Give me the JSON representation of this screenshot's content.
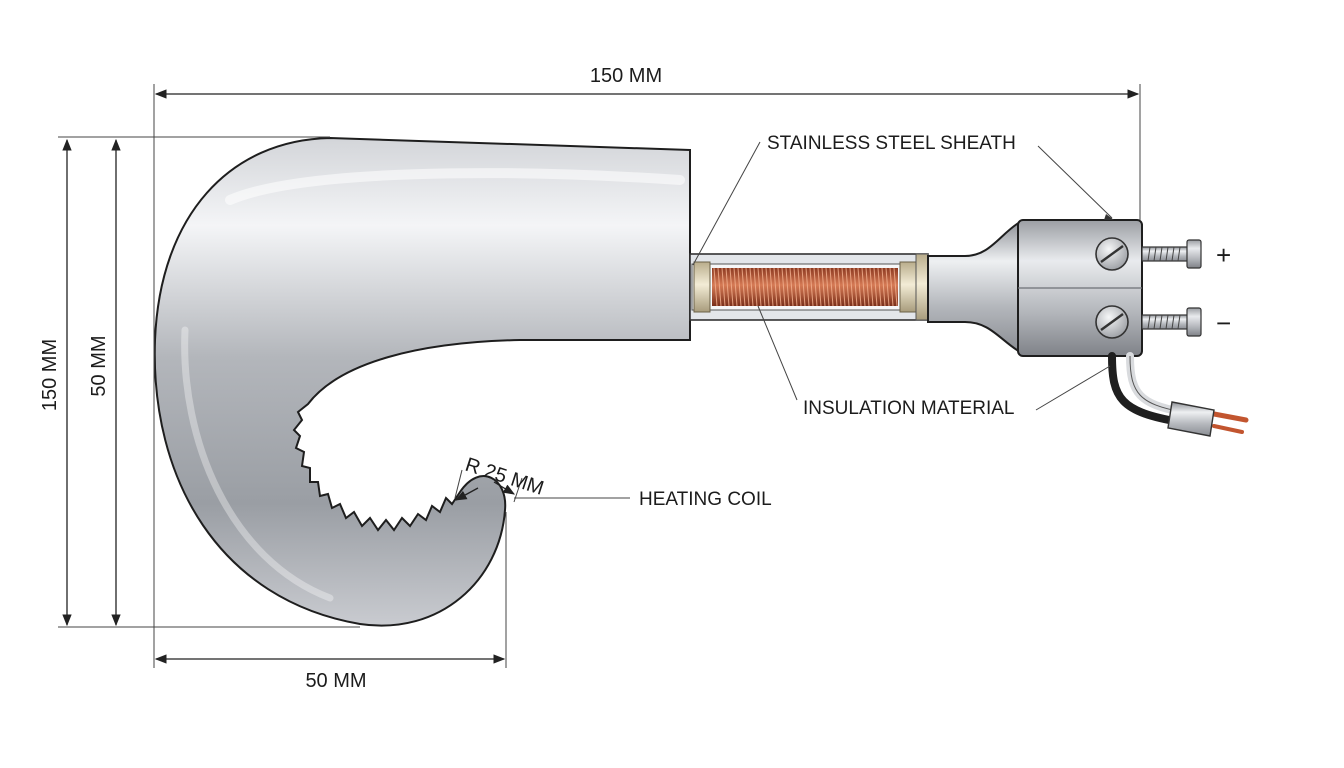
{
  "dimensions": {
    "top_width": "150 MM",
    "outer_height": "150 MM",
    "inner_height": "50 MM",
    "bottom_width": "50 MM",
    "radius": "R 25 MM"
  },
  "callouts": {
    "sheath": "STAINLESS STEEL SHEATH",
    "insulation": "INSULATION MATERIAL",
    "heating_coil": "HEATING COIL"
  },
  "terminals": {
    "positive": "+",
    "negative": "−"
  },
  "colors": {
    "steel_light": "#f1f2f4",
    "steel_mid": "#b9bcc1",
    "steel_dark": "#7e8288",
    "copper": "#b8583a",
    "insulation": "#e6dcc0"
  }
}
